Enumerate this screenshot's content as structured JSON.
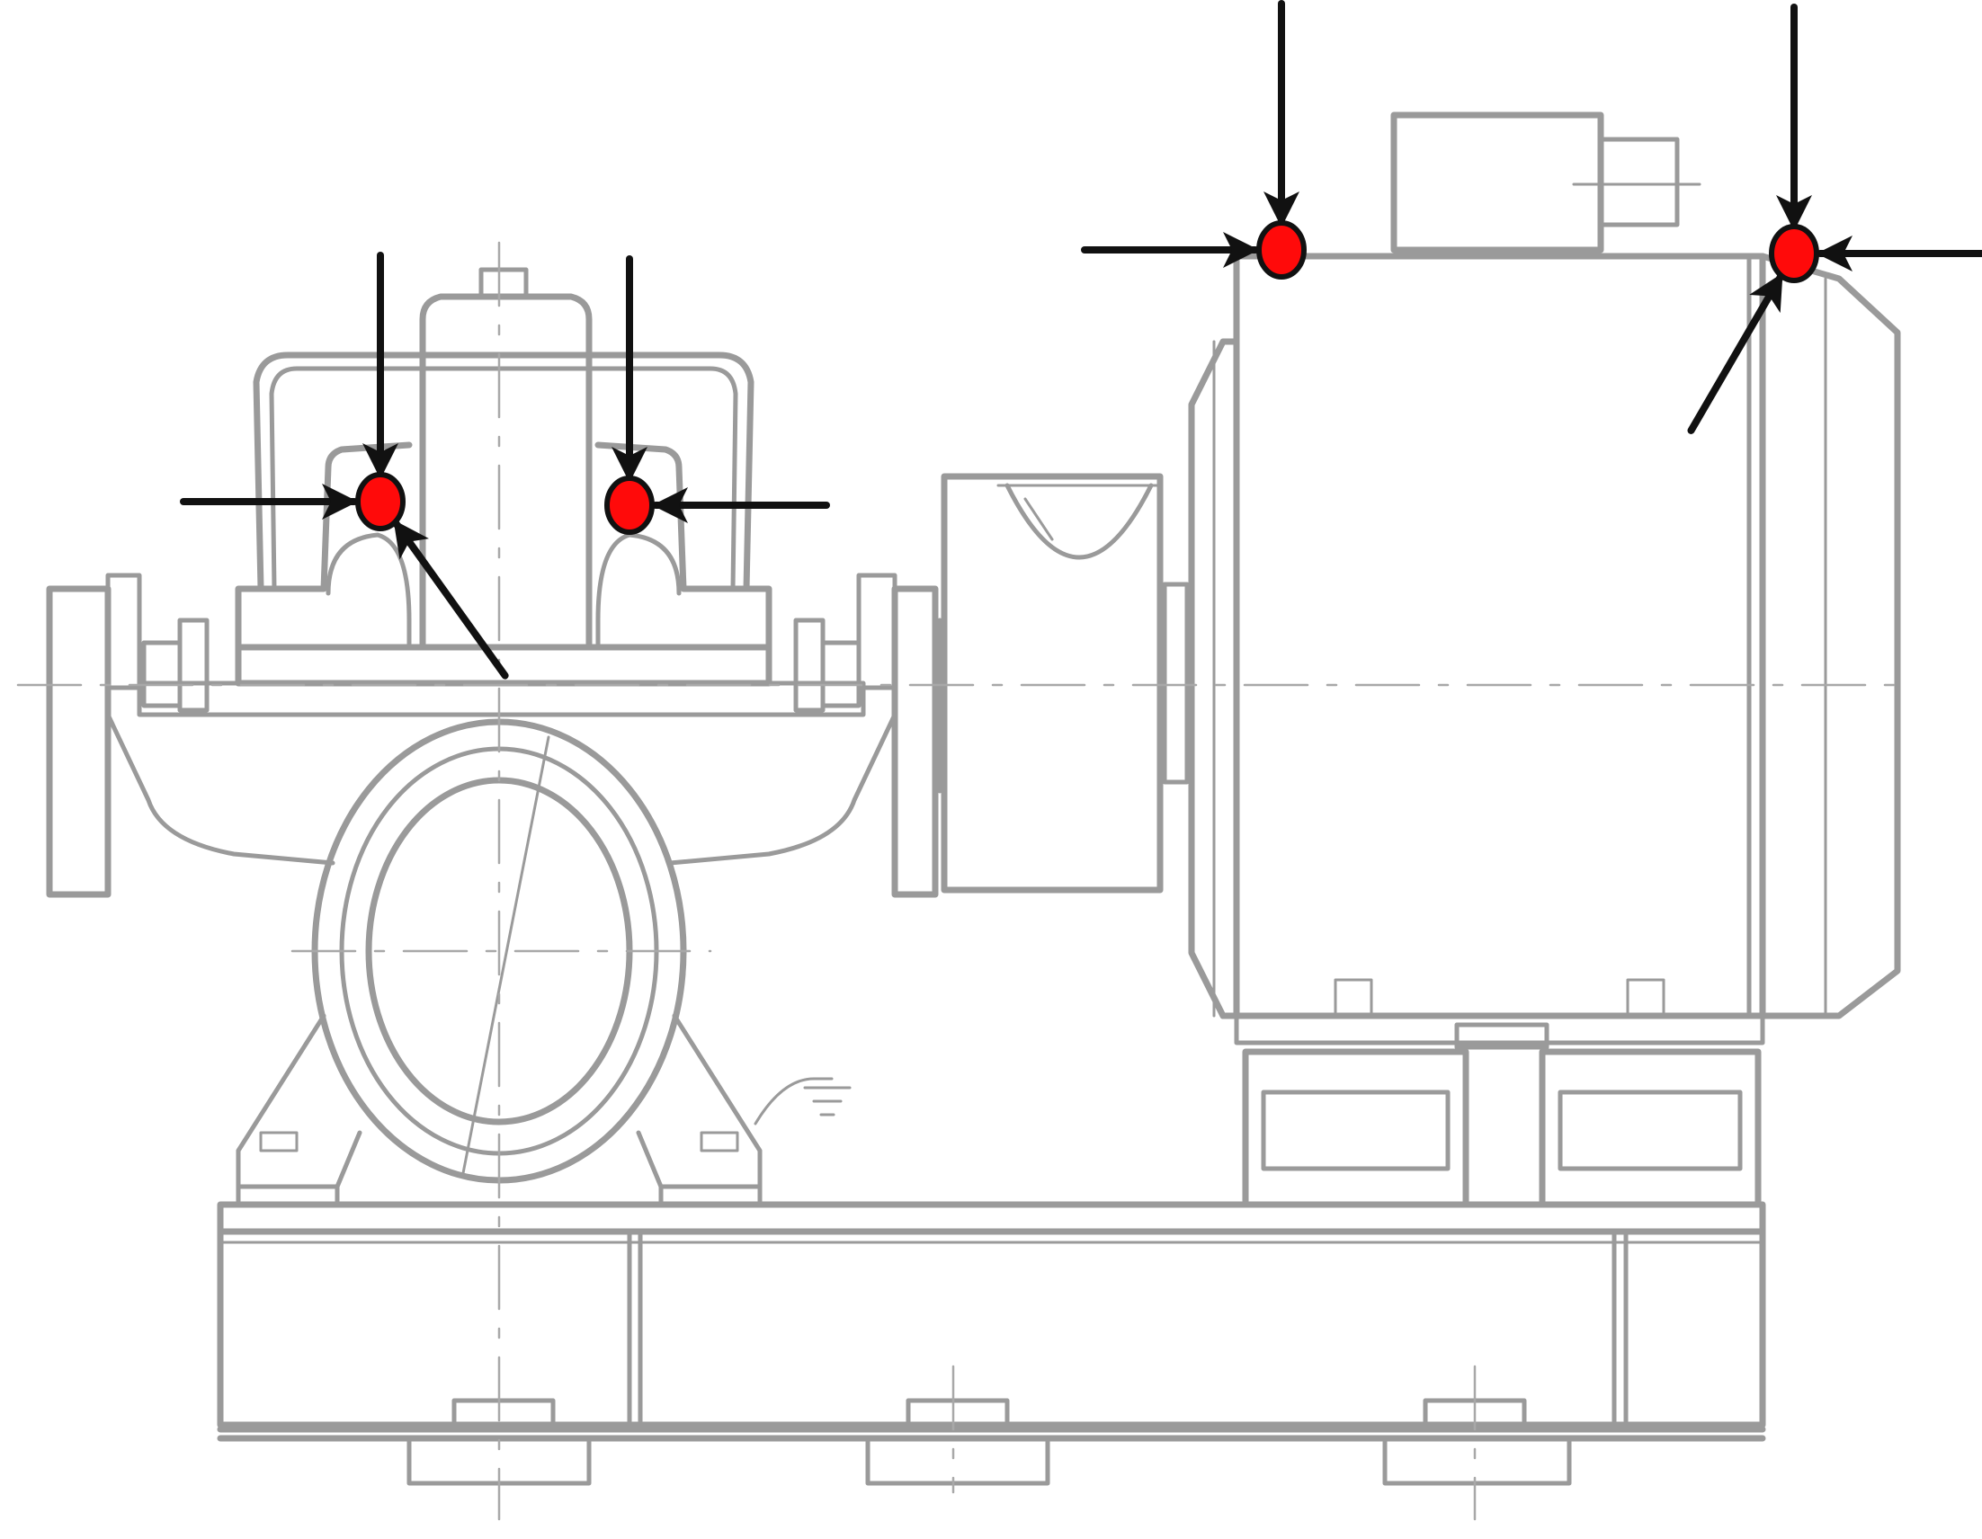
{
  "figure": {
    "colors": {
      "drawing": "#9a9a9a",
      "centerline": "#a8a8a8",
      "arrow": "#111111",
      "marker_fill": "#ff0a0a",
      "marker_stroke": "#111111"
    },
    "measurement_points": [
      {
        "id": "pump-bearing-drive-end",
        "component": "pump"
      },
      {
        "id": "pump-bearing-non-drive-end",
        "component": "pump"
      },
      {
        "id": "motor-bearing-drive-end",
        "component": "motor"
      },
      {
        "id": "motor-bearing-non-drive-end",
        "component": "motor"
      }
    ]
  }
}
